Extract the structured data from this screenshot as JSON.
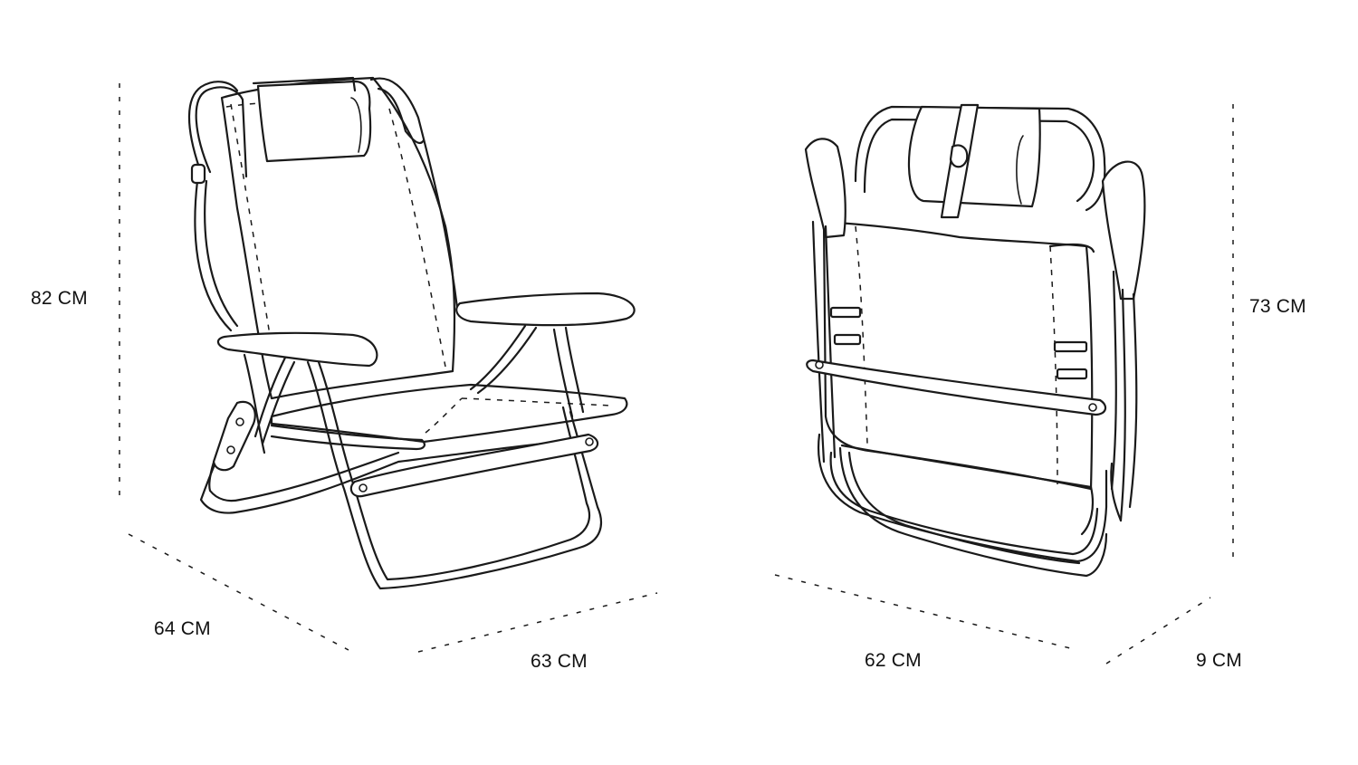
{
  "dimensions": {
    "open_height": "82 CM",
    "open_depth": "64 CM",
    "open_width": "63 CM",
    "folded_height": "73 CM",
    "folded_width": "62 CM",
    "folded_thickness": "9 CM"
  },
  "colors": {
    "line": "#1a1a1a",
    "background": "#ffffff"
  }
}
